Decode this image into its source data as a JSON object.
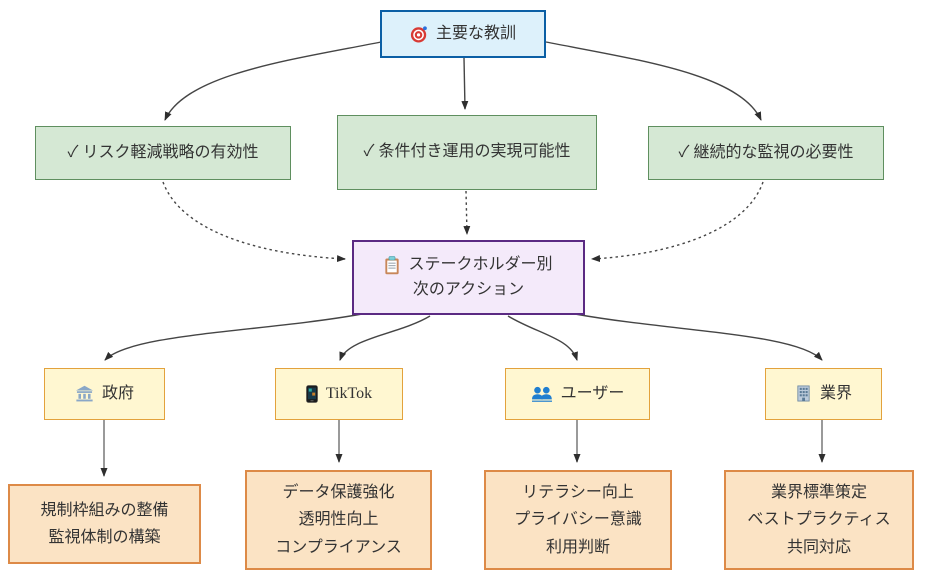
{
  "diagram": {
    "type": "flowchart",
    "root": {
      "icon": "target-icon",
      "label": "主要な教訓"
    },
    "lessons": [
      {
        "label": "✓ リスク軽減戦略の有効性"
      },
      {
        "label": "✓ 条件付き運用の実現可能性"
      },
      {
        "label": "✓ 継続的な監視の必要性"
      }
    ],
    "hub": {
      "icon": "clipboard-icon",
      "line1": "ステークホルダー別",
      "line2": "次のアクション"
    },
    "stakeholders": [
      {
        "icon": "government-icon",
        "label": "政府",
        "actions": [
          "規制枠組みの整備",
          "監視体制の構築"
        ]
      },
      {
        "icon": "phone-icon",
        "label": "TikTok",
        "actions": [
          "データ保護強化",
          "透明性向上",
          "コンプライアンス"
        ]
      },
      {
        "icon": "users-icon",
        "label": "ユーザー",
        "actions": [
          "リテラシー向上",
          "プライバシー意識",
          "利用判断"
        ]
      },
      {
        "icon": "building-icon",
        "label": "業界",
        "actions": [
          "業界標準策定",
          "ベストプラクティス",
          "共同対応"
        ]
      }
    ],
    "edges": [
      {
        "from": "root",
        "to": "lesson-1",
        "style": "solid"
      },
      {
        "from": "root",
        "to": "lesson-2",
        "style": "solid"
      },
      {
        "from": "root",
        "to": "lesson-3",
        "style": "solid"
      },
      {
        "from": "lesson-1",
        "to": "hub",
        "style": "dotted"
      },
      {
        "from": "lesson-2",
        "to": "hub",
        "style": "dotted"
      },
      {
        "from": "lesson-3",
        "to": "hub",
        "style": "dotted"
      },
      {
        "from": "hub",
        "to": "stakeholder-government",
        "style": "solid"
      },
      {
        "from": "hub",
        "to": "stakeholder-tiktok",
        "style": "solid"
      },
      {
        "from": "hub",
        "to": "stakeholder-users",
        "style": "solid"
      },
      {
        "from": "hub",
        "to": "stakeholder-industry",
        "style": "solid"
      },
      {
        "from": "stakeholder-government",
        "to": "actions-government",
        "style": "solid"
      },
      {
        "from": "stakeholder-tiktok",
        "to": "actions-tiktok",
        "style": "solid"
      },
      {
        "from": "stakeholder-users",
        "to": "actions-users",
        "style": "solid"
      },
      {
        "from": "stakeholder-industry",
        "to": "actions-industry",
        "style": "solid"
      }
    ],
    "colors": {
      "root_bg": "#ddf1fb",
      "root_border": "#0b5fa5",
      "lesson_bg": "#d5e8d4",
      "lesson_border": "#5f8f5f",
      "hub_bg": "#f4eafa",
      "hub_border": "#5b2a83",
      "stakeholder_bg": "#fff7d1",
      "stakeholder_border": "#e3a23c",
      "action_bg": "#fbe3c4",
      "action_border": "#dd8a47",
      "edge": "#454545",
      "text": "#333333"
    }
  }
}
